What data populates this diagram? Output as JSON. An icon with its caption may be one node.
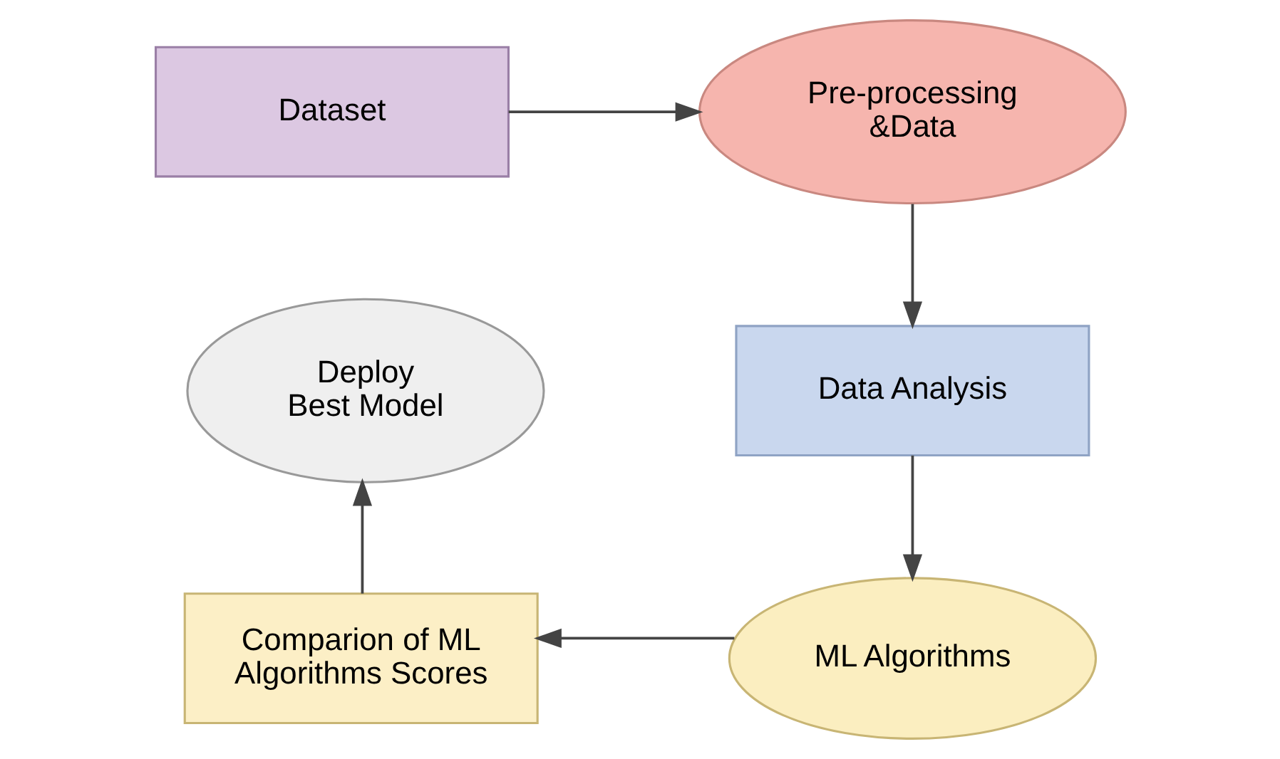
{
  "diagram": {
    "nodes": [
      {
        "text": [
          "Dataset"
        ]
      },
      {
        "text": [
          "Pre-processing &Data"
        ]
      },
      {
        "text": [
          "Data Analysis"
        ]
      },
      {
        "text": [
          "ML Algorithms"
        ]
      },
      {
        "text": [
          "Comparion of ML Algorithms Scores"
        ]
      },
      {
        "text": [
          "Deploy Best Model"
        ]
      }
    ],
    "edges": [
      {
        "from": 0,
        "to": 1,
        "arrow": "to"
      },
      {
        "from": 1,
        "to": 2,
        "arrow": "to"
      },
      {
        "from": 2,
        "to": 3,
        "arrow": "to"
      },
      {
        "from": 3,
        "to": 4,
        "arrow": "to"
      },
      {
        "from": 4,
        "to": 5,
        "arrow": "to"
      }
    ]
  }
}
